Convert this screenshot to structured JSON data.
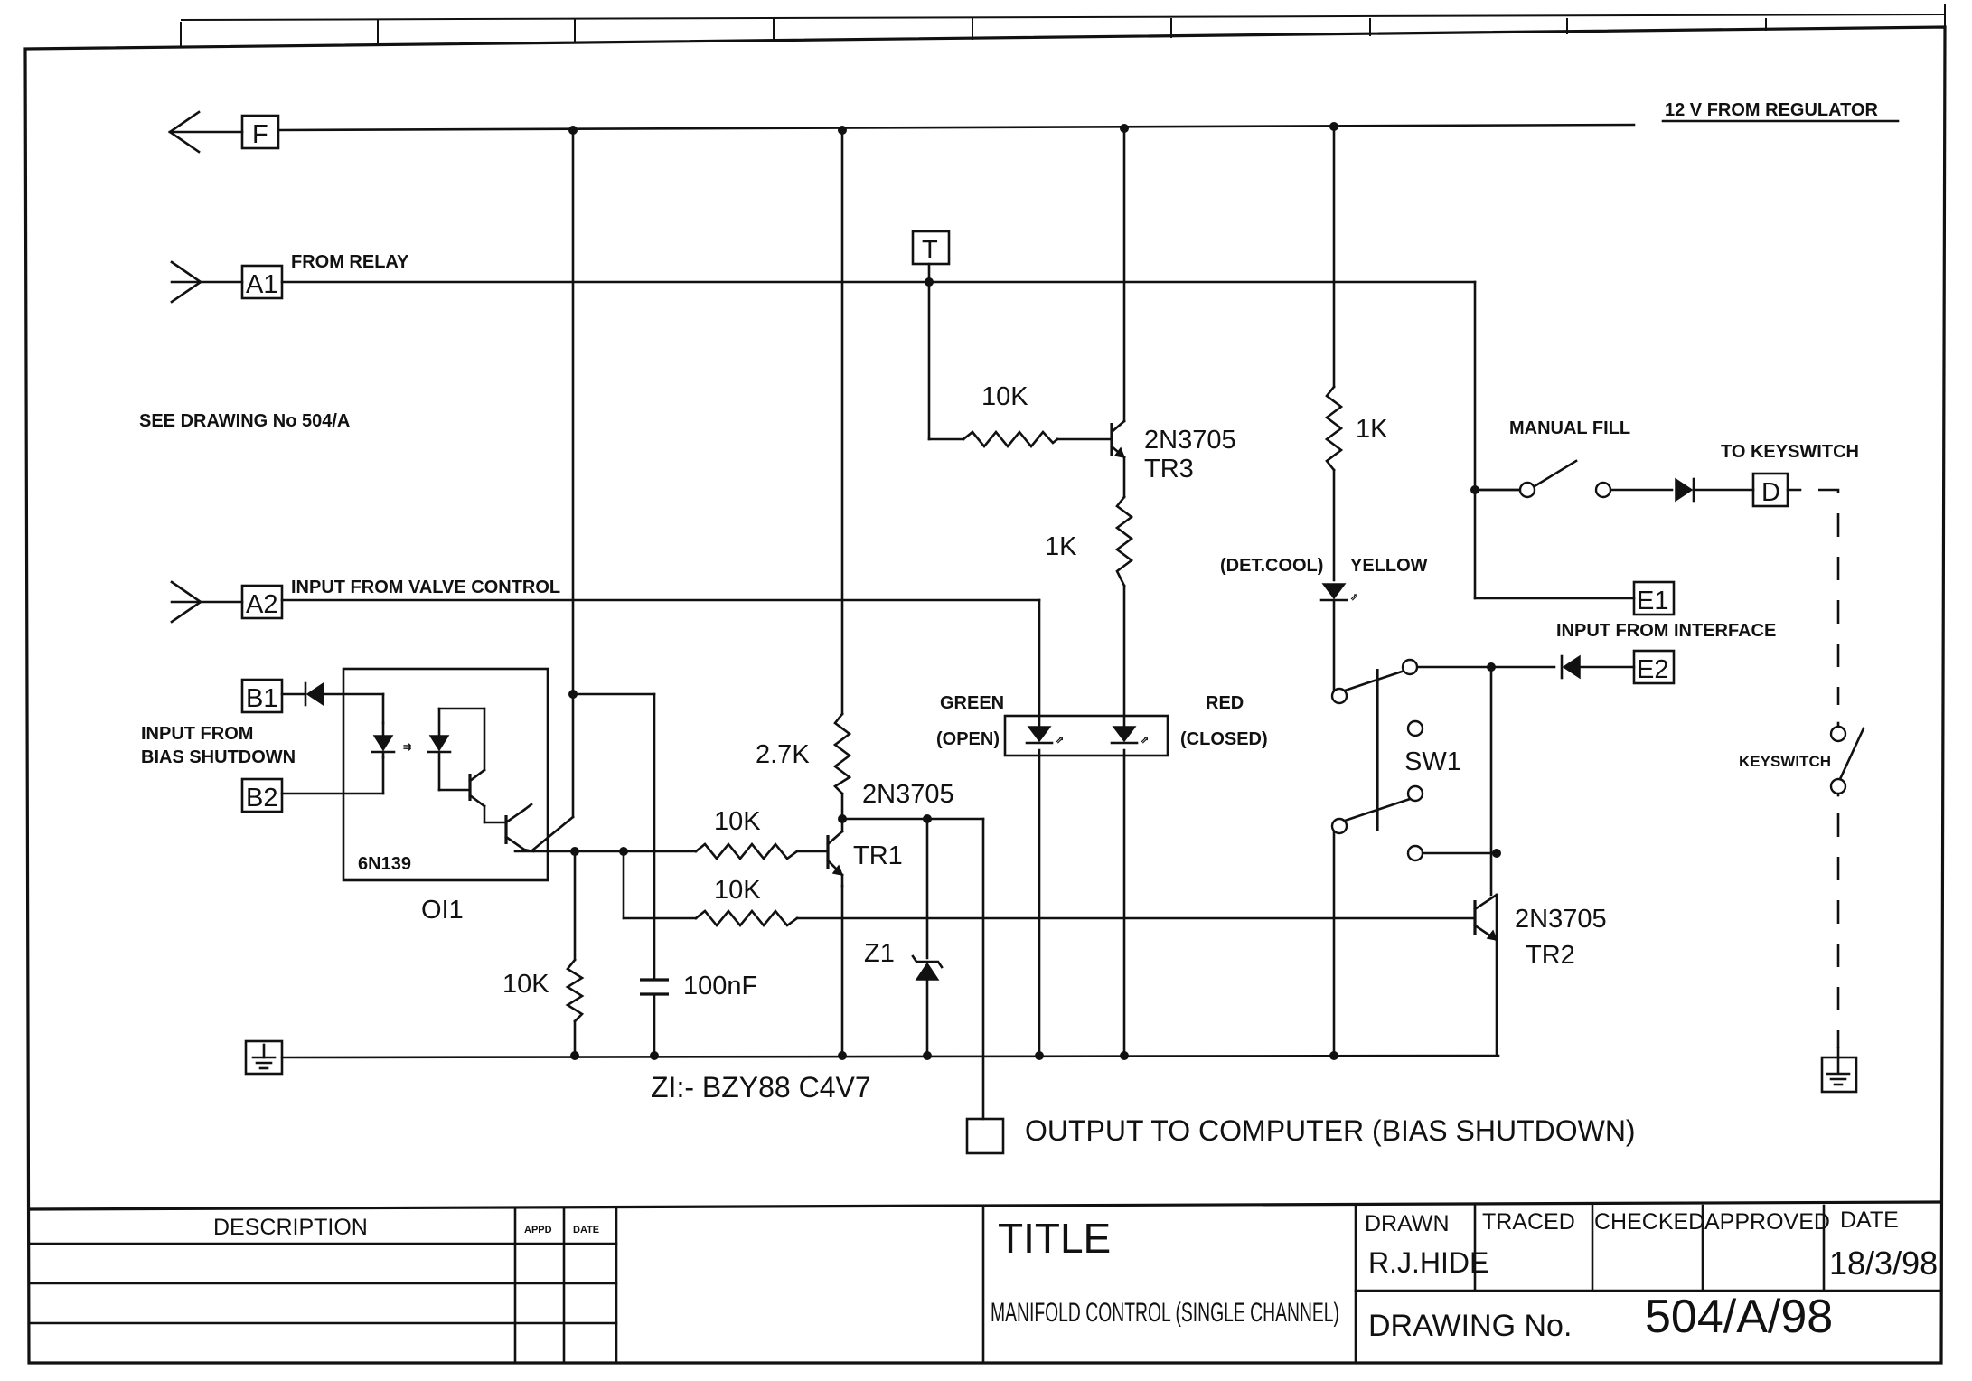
{
  "labels": {
    "supply": "12 V FROM REGULATOR",
    "from_relay": "FROM RELAY",
    "see_drawing": "SEE DRAWING No 504/A",
    "input_valve": "INPUT FROM VALVE CONTROL",
    "input_bias_1": "INPUT FROM",
    "input_bias_2": "BIAS SHUTDOWN",
    "manual_fill": "MANUAL FILL",
    "to_keyswitch": "TO KEYSWITCH",
    "det_cool": "(DET.COOL)",
    "yellow": "YELLOW",
    "input_interface": "INPUT FROM INTERFACE",
    "green": "GREEN",
    "open": "(OPEN)",
    "red": "RED",
    "closed": "(CLOSED)",
    "keyswitch": "KEYSWITCH",
    "zener_note": "ZI:-  BZY88  C4V7",
    "output": "OUTPUT TO COMPUTER (BIAS SHUTDOWN)"
  },
  "terminals": {
    "F": "F",
    "A1": "A1",
    "A2": "A2",
    "B1": "B1",
    "B2": "B2",
    "T": "T",
    "D": "D",
    "E1": "E1",
    "E2": "E2"
  },
  "components": {
    "r_tr3_base": "10K",
    "tr3_type": "2N3705",
    "tr3_ref": "TR3",
    "r_tr3_emitter": "1K",
    "r_yellow": "1K",
    "r_2k7": "2.7K",
    "tr1_type": "2N3705",
    "tr1_ref": "TR1",
    "r_tr1_base": "10K",
    "r_tr2_base": "10K",
    "z1_ref": "Z1",
    "r_pulldown": "10K",
    "capacitor": "100nF",
    "opto_part": "6N139",
    "opto_ref": "OI1",
    "sw1_ref": "SW1",
    "tr2_type": "2N3705",
    "tr2_ref": "TR2"
  },
  "title_block": {
    "description": "DESCRIPTION",
    "appd": "APPD",
    "date_col": "DATE",
    "title_label": "TITLE",
    "title_value": "MANIFOLD CONTROL (SINGLE CHANNEL)",
    "drawn": "DRAWN",
    "drawn_by": "R.J.HIDE",
    "traced": "TRACED",
    "checked": "CHECKED",
    "approved": "APPROVED",
    "date_label": "DATE",
    "date_value": "18/3/98",
    "drawing_no_label": "DRAWING No.",
    "drawing_no": "504/A/98"
  }
}
